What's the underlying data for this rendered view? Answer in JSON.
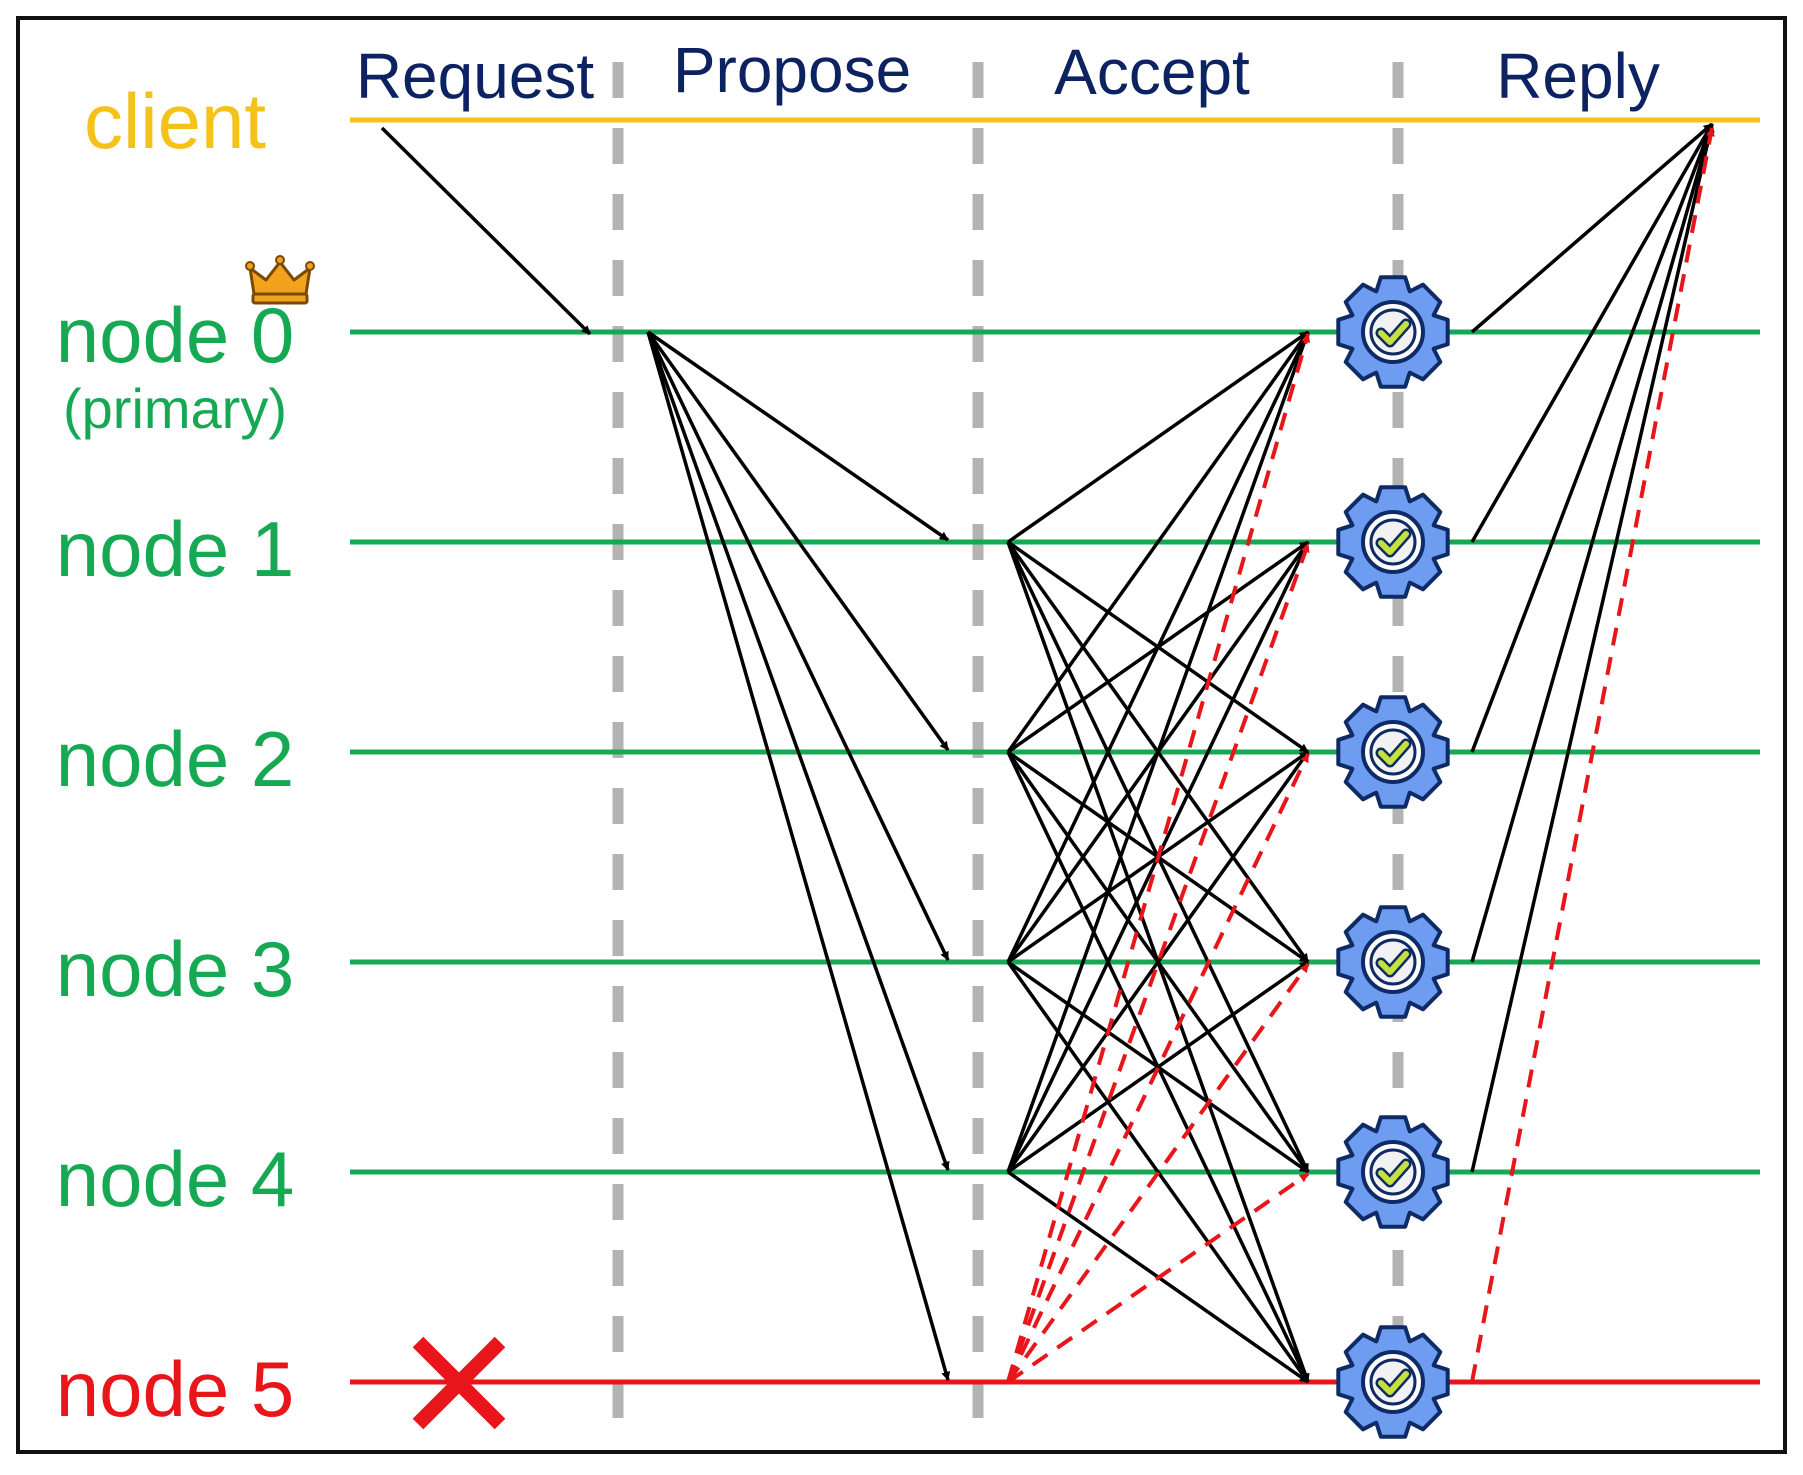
{
  "colors": {
    "client": "#f5c21a",
    "honest": "#16a853",
    "faulty": "#e8161a",
    "phase": "#0d2260",
    "divider": "#b3b3b3",
    "gear_fill": "#6e9cf0",
    "gear_stroke": "#0f2b66",
    "check": "#c6e03d",
    "crown": "#f2a21c",
    "arrow": "#000000",
    "faulty_arrow": "#e8161a"
  },
  "phases": [
    "Request",
    "Propose",
    "Accept",
    "Reply"
  ],
  "client": {
    "label": "client"
  },
  "nodes": [
    {
      "label": "node 0",
      "sublabel": "(primary)",
      "status": "primary",
      "icon": "crown-icon"
    },
    {
      "label": "node 1",
      "status": "honest"
    },
    {
      "label": "node 2",
      "status": "honest"
    },
    {
      "label": "node 3",
      "status": "honest"
    },
    {
      "label": "node 4",
      "status": "honest"
    },
    {
      "label": "node 5",
      "status": "faulty",
      "icon": "cross-icon"
    }
  ],
  "accept_senders": [
    1,
    2,
    3,
    4
  ],
  "accept_receivers": [
    0,
    1,
    2,
    3,
    4,
    5
  ],
  "faulty_sender": 5,
  "faulty_receivers": [
    0,
    1,
    2,
    3,
    4
  ],
  "committed_icon": "gear-check-icon"
}
